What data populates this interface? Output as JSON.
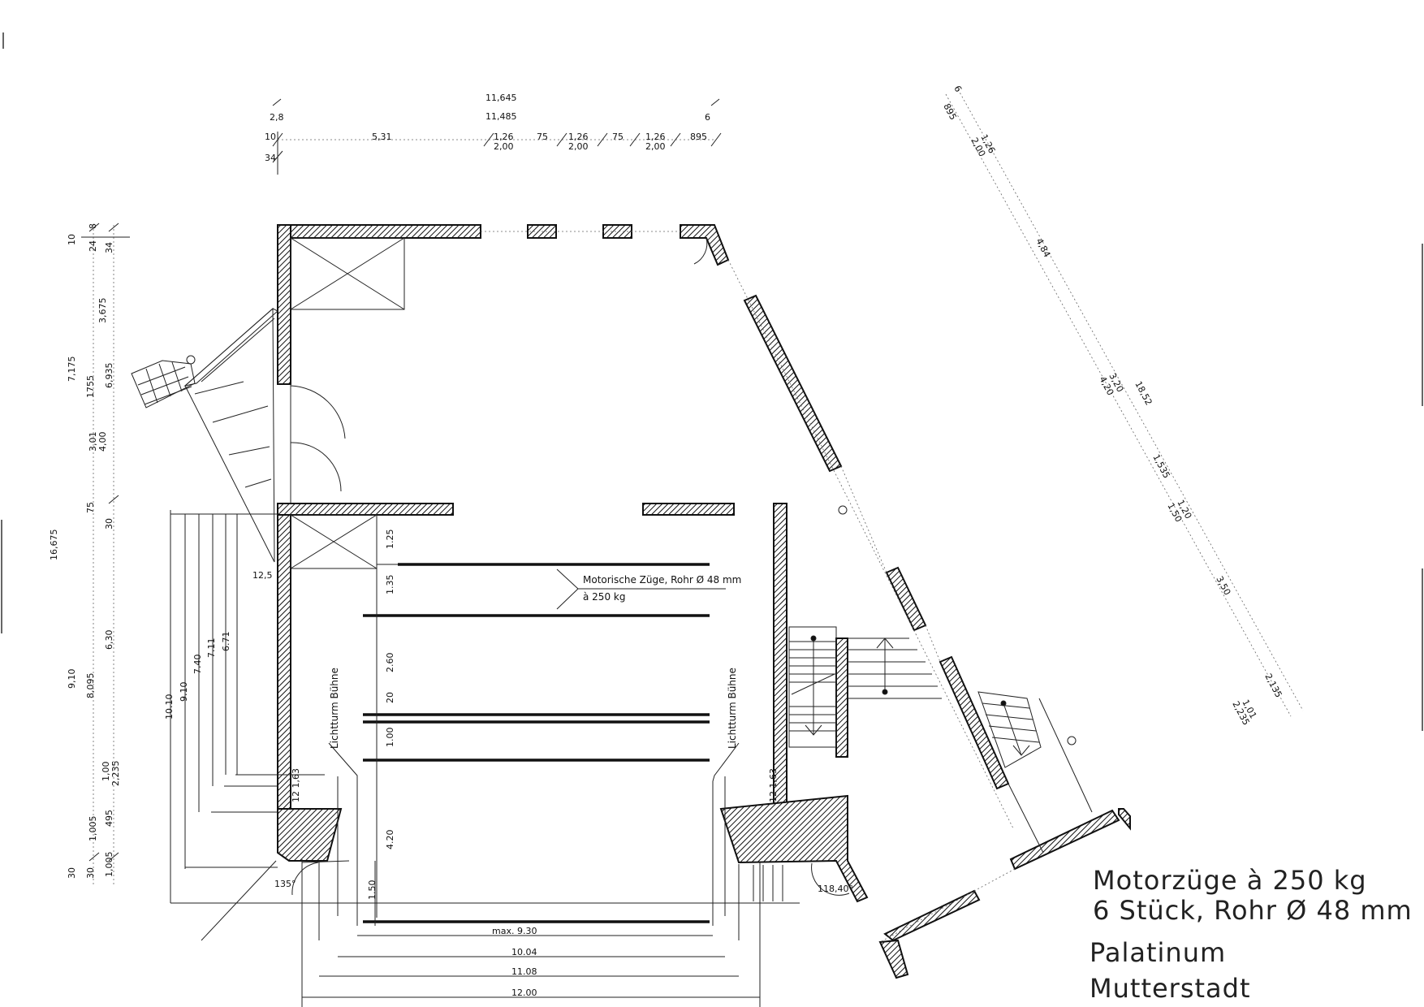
{
  "title_block": {
    "line1": "Motorzüge à 250 kg",
    "line2": "6 Stück, Rohr Ø 48 mm",
    "line3": "Palatinum",
    "line4": "Mutterstadt"
  },
  "annotations": {
    "pipes_line1": "Motorische Züge, Rohr Ø 48 mm",
    "pipes_line2": "à 250 kg",
    "lighttower_left": "Lichtturm Bühne",
    "lighttower_right": "Lichtturm Bühne",
    "angle_left": "135°",
    "angle_right": "118,40°"
  },
  "top_dims": {
    "overall_a": "11,645",
    "overall_b": "11,485",
    "left_small": "2,8",
    "right_small": "6",
    "row_10": "10",
    "row_34": "34",
    "seg_531": "5,31",
    "seg_126a": "1,26",
    "seg_75a": "75",
    "seg_126b": "1,26",
    "seg_75b": "75",
    "seg_126c": "1,26",
    "seg_895": "895",
    "sub_200a": "2,00",
    "sub_200b": "2,00",
    "sub_200c": "2,00"
  },
  "left_dims": {
    "overall": "16,675",
    "d_10": "10",
    "d_24": "24",
    "d_8": "8",
    "d_34": "34",
    "d_3675": "3,675",
    "d_7175": "7,175",
    "d_1755": "1755",
    "d_6935": "6,935",
    "d_301": "3,01",
    "d_400": "4,00",
    "d_75": "75",
    "d_30a": "30",
    "d_910": "9,10",
    "d_8095": "8,095",
    "d_630": "6,30",
    "d_100": "1,00",
    "d_2235": "2,235",
    "d_1005a": "1,005",
    "d_495": "495",
    "d_1005b": "1,005",
    "d_30b": "30",
    "d_30c": "30",
    "d_125": "12,5"
  },
  "stage_dims": {
    "v_1010": "10.10",
    "v_910": "9.10",
    "v_740": "7.40",
    "v_711": "7.11",
    "v_671": "6.71",
    "z_125": "1.25",
    "z_135": "1.35",
    "z_260": "2.60",
    "z_20": "20",
    "z_100": "1.00",
    "z_420": "4.20",
    "z_150": "1.50",
    "small_l": "12 1,63",
    "small_r": "12 1,63"
  },
  "bottom_dims": {
    "max": "max. 9.30",
    "w1004": "10.04",
    "w1108": "11.08",
    "w1200": "12.00"
  },
  "diag_dims": {
    "d_6": "6",
    "d_895": "895",
    "d_126": "1,26",
    "d_200a": "2,00",
    "d_484": "4,84",
    "d_320": "3,20",
    "d_420": "4,20",
    "d_1852": "18,52",
    "d_1535": "1,535",
    "d_120": "1,20",
    "d_150": "1,50",
    "d_350": "3,50",
    "d_2135": "2,135",
    "d_101": "1,01",
    "d_2235": "2,235"
  }
}
